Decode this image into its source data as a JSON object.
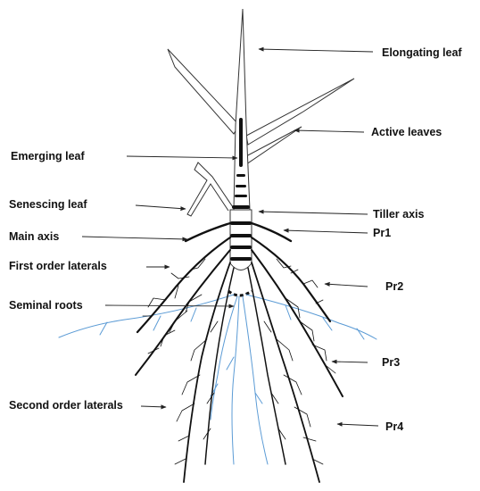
{
  "labels": {
    "elongating_leaf": "Elongating leaf",
    "active_leaves": "Active leaves",
    "emerging_leaf": "Emerging leaf",
    "senescing_leaf": "Senescing leaf",
    "tiller_axis": "Tiller axis",
    "main_axis": "Main axis",
    "pr1": "Pr1",
    "first_order_laterals": "First order laterals",
    "pr2": "Pr2",
    "seminal_roots": "Seminal roots",
    "pr3": "Pr3",
    "second_order_laterals": "Second order laterals",
    "pr4": "Pr4"
  },
  "colors": {
    "ink": "#111111",
    "seminal_root": "#5b9bd5"
  }
}
